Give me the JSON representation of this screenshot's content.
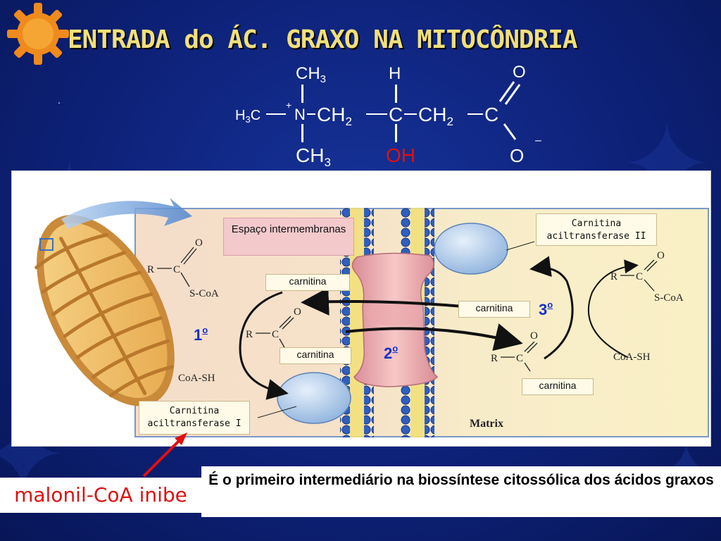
{
  "title": "ENTRADA do ÁC. GRAXO NA MITOCÔNDRIA",
  "bullet": ".",
  "formula": {
    "top_methyl": "CH",
    "top_methyl_sub": "3",
    "h": "H",
    "o_top": "O",
    "left_methyl": "H",
    "left_methyl_sub": "3",
    "left_c": "C",
    "charge_plus": "+",
    "n": "N",
    "ch2_a": "CH",
    "ch2_a_sub": "2",
    "c_mid": "C",
    "ch2_b": "CH",
    "ch2_b_sub": "2",
    "c_end": "C",
    "bottom_methyl": "CH",
    "bottom_methyl_sub": "3",
    "oh": "OH",
    "o_bottom": "O",
    "charge_minus": "–"
  },
  "figure": {
    "intermembrane_label": "Espaço intermembranas",
    "cat1_label": "Carnitina aciltransferase I",
    "cat2_label": "Carnitina aciltransferase II",
    "carnitina_1": "carnitina",
    "carnitina_2": "carnitina",
    "carnitina_3": "carnitina",
    "carnitina_4": "carnitina",
    "step1": "1",
    "step2": "2",
    "step3": "3",
    "ordinal": "o",
    "matrix_label": "Matrix",
    "acylcoa_left": {
      "o": "O",
      "r": "R",
      "c": "C",
      "scoa": "S-CoA"
    },
    "acyl_left": {
      "o": "O",
      "r": "R",
      "c": "C"
    },
    "coash_left": "CoA-SH",
    "acylcoa_right": {
      "o": "O",
      "r": "R",
      "c": "C",
      "scoa": "S-CoA"
    },
    "acyl_right": {
      "o": "O",
      "r": "R",
      "c": "C"
    },
    "coash_right": "CoA-SH"
  },
  "inhibitor_note": "malonil-CoA inibe",
  "footnote": "É o primeiro intermediário na biossíntese citossólica dos ácidos graxos",
  "colors": {
    "background": "#0d2178",
    "title": "#f1e07a",
    "highlight_red": "#e01010",
    "step_blue": "#1530c8"
  }
}
